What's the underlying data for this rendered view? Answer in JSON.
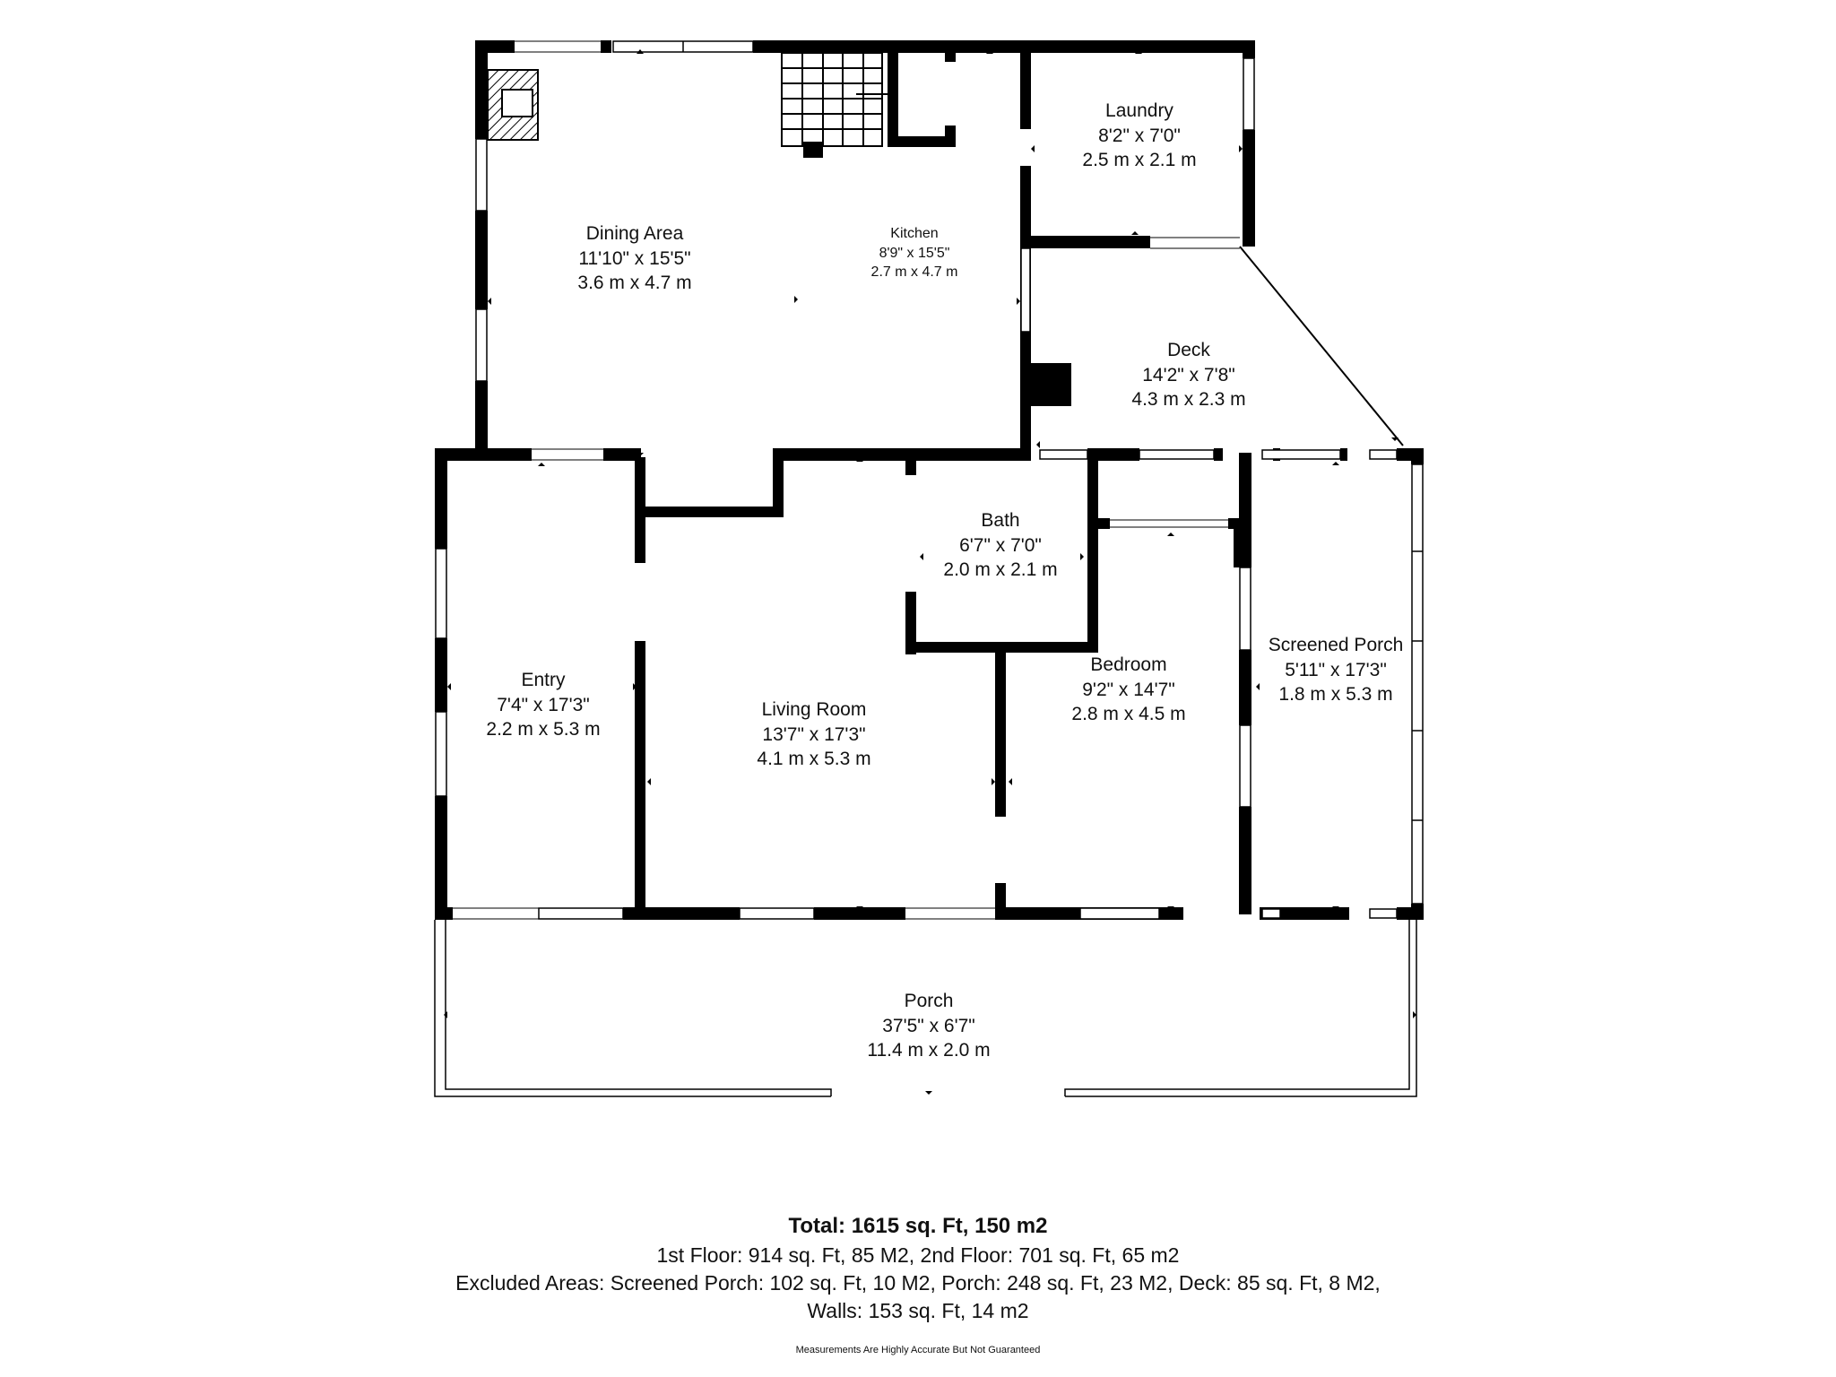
{
  "rooms": {
    "dining": {
      "name": "Dining Area",
      "imperial": "11'10\" x 15'5\"",
      "metric": "3.6 m x 4.7 m"
    },
    "kitchen": {
      "name": "Kitchen",
      "imperial": "8'9\" x 15'5\"",
      "metric": "2.7 m x 4.7 m"
    },
    "laundry": {
      "name": "Laundry",
      "imperial": "8'2\" x 7'0\"",
      "metric": "2.5 m x 2.1 m"
    },
    "deck": {
      "name": "Deck",
      "imperial": "14'2\" x 7'8\"",
      "metric": "4.3 m x 2.3 m"
    },
    "bath": {
      "name": "Bath",
      "imperial": "6'7\" x 7'0\"",
      "metric": "2.0 m x 2.1 m"
    },
    "entry": {
      "name": "Entry",
      "imperial": "7'4\" x 17'3\"",
      "metric": "2.2 m x 5.3 m"
    },
    "living": {
      "name": "Living Room",
      "imperial": "13'7\" x 17'3\"",
      "metric": "4.1 m x 5.3 m"
    },
    "bedroom": {
      "name": "Bedroom",
      "imperial": "9'2\" x 14'7\"",
      "metric": "2.8 m x 4.5 m"
    },
    "screened_porch": {
      "name": "Screened Porch",
      "imperial": "5'11\" x 17'3\"",
      "metric": "1.8 m x 5.3 m"
    },
    "porch": {
      "name": "Porch",
      "imperial": "37'5\" x 6'7\"",
      "metric": "11.4 m x 2.0 m"
    }
  },
  "summary": {
    "total": "Total: 1615 sq. Ft, 150 m2",
    "floors": "1st Floor: 914 sq. Ft, 85 M2, 2nd Floor: 701 sq. Ft, 65 m2",
    "excluded": "Excluded Areas: Screened Porch: 102 sq. Ft, 10 M2, Porch: 248 sq. Ft, 23 M2, Deck: 85 sq. Ft, 8 M2,",
    "walls": "Walls: 153 sq. Ft, 14 m2"
  },
  "disclaimer": "Measurements Are Highly Accurate But Not Guaranteed",
  "colors": {
    "wall": "#000000",
    "window": "#ffffff",
    "background": "#ffffff"
  }
}
